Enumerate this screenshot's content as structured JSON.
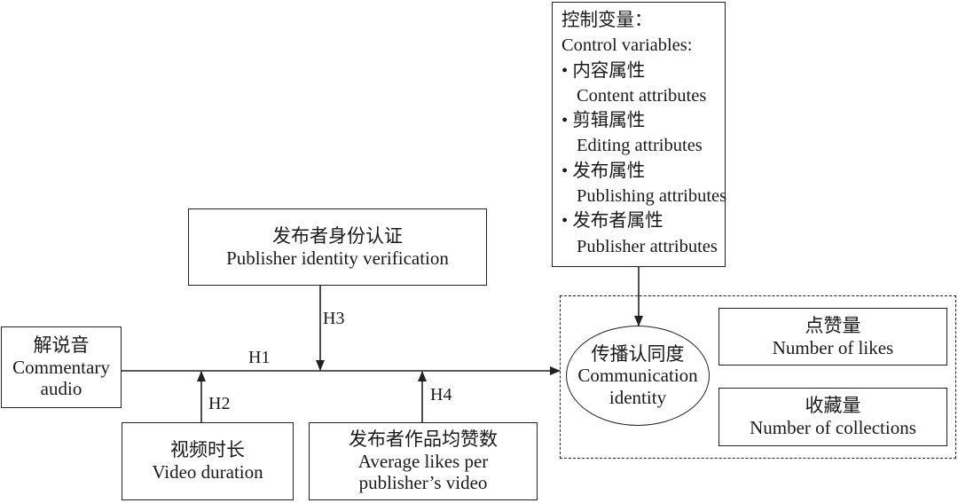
{
  "nodes": {
    "commentary": {
      "zh": "解说音",
      "en_1": "Commentary",
      "en_2": "audio"
    },
    "identity_verification": {
      "zh": "发布者身份认证",
      "en": "Publisher identity verification"
    },
    "video_duration": {
      "zh": "视频时长",
      "en": "Video duration"
    },
    "average_likes": {
      "zh": "发布者作品均赞数",
      "en_1": "Average likes per",
      "en_2": "publisher’s video"
    },
    "communication_identity": {
      "zh": "传播认同度",
      "en_1": "Communication",
      "en_2": "identity"
    },
    "likes": {
      "zh": "点赞量",
      "en": "Number of likes"
    },
    "collections": {
      "zh": "收藏量",
      "en": "Number of collections"
    }
  },
  "control_variables": {
    "title_zh": "控制变量：",
    "title_en": "Control variables:",
    "items": [
      {
        "zh": "内容属性",
        "en": "Content attributes"
      },
      {
        "zh": "剪辑属性",
        "en": "Editing attributes"
      },
      {
        "zh": "发布属性",
        "en": "Publishing attributes"
      },
      {
        "zh": "发布者属性",
        "en": "Publisher attributes"
      }
    ]
  },
  "hypotheses": {
    "h1": "H1",
    "h2": "H2",
    "h3": "H3",
    "h4": "H4"
  }
}
